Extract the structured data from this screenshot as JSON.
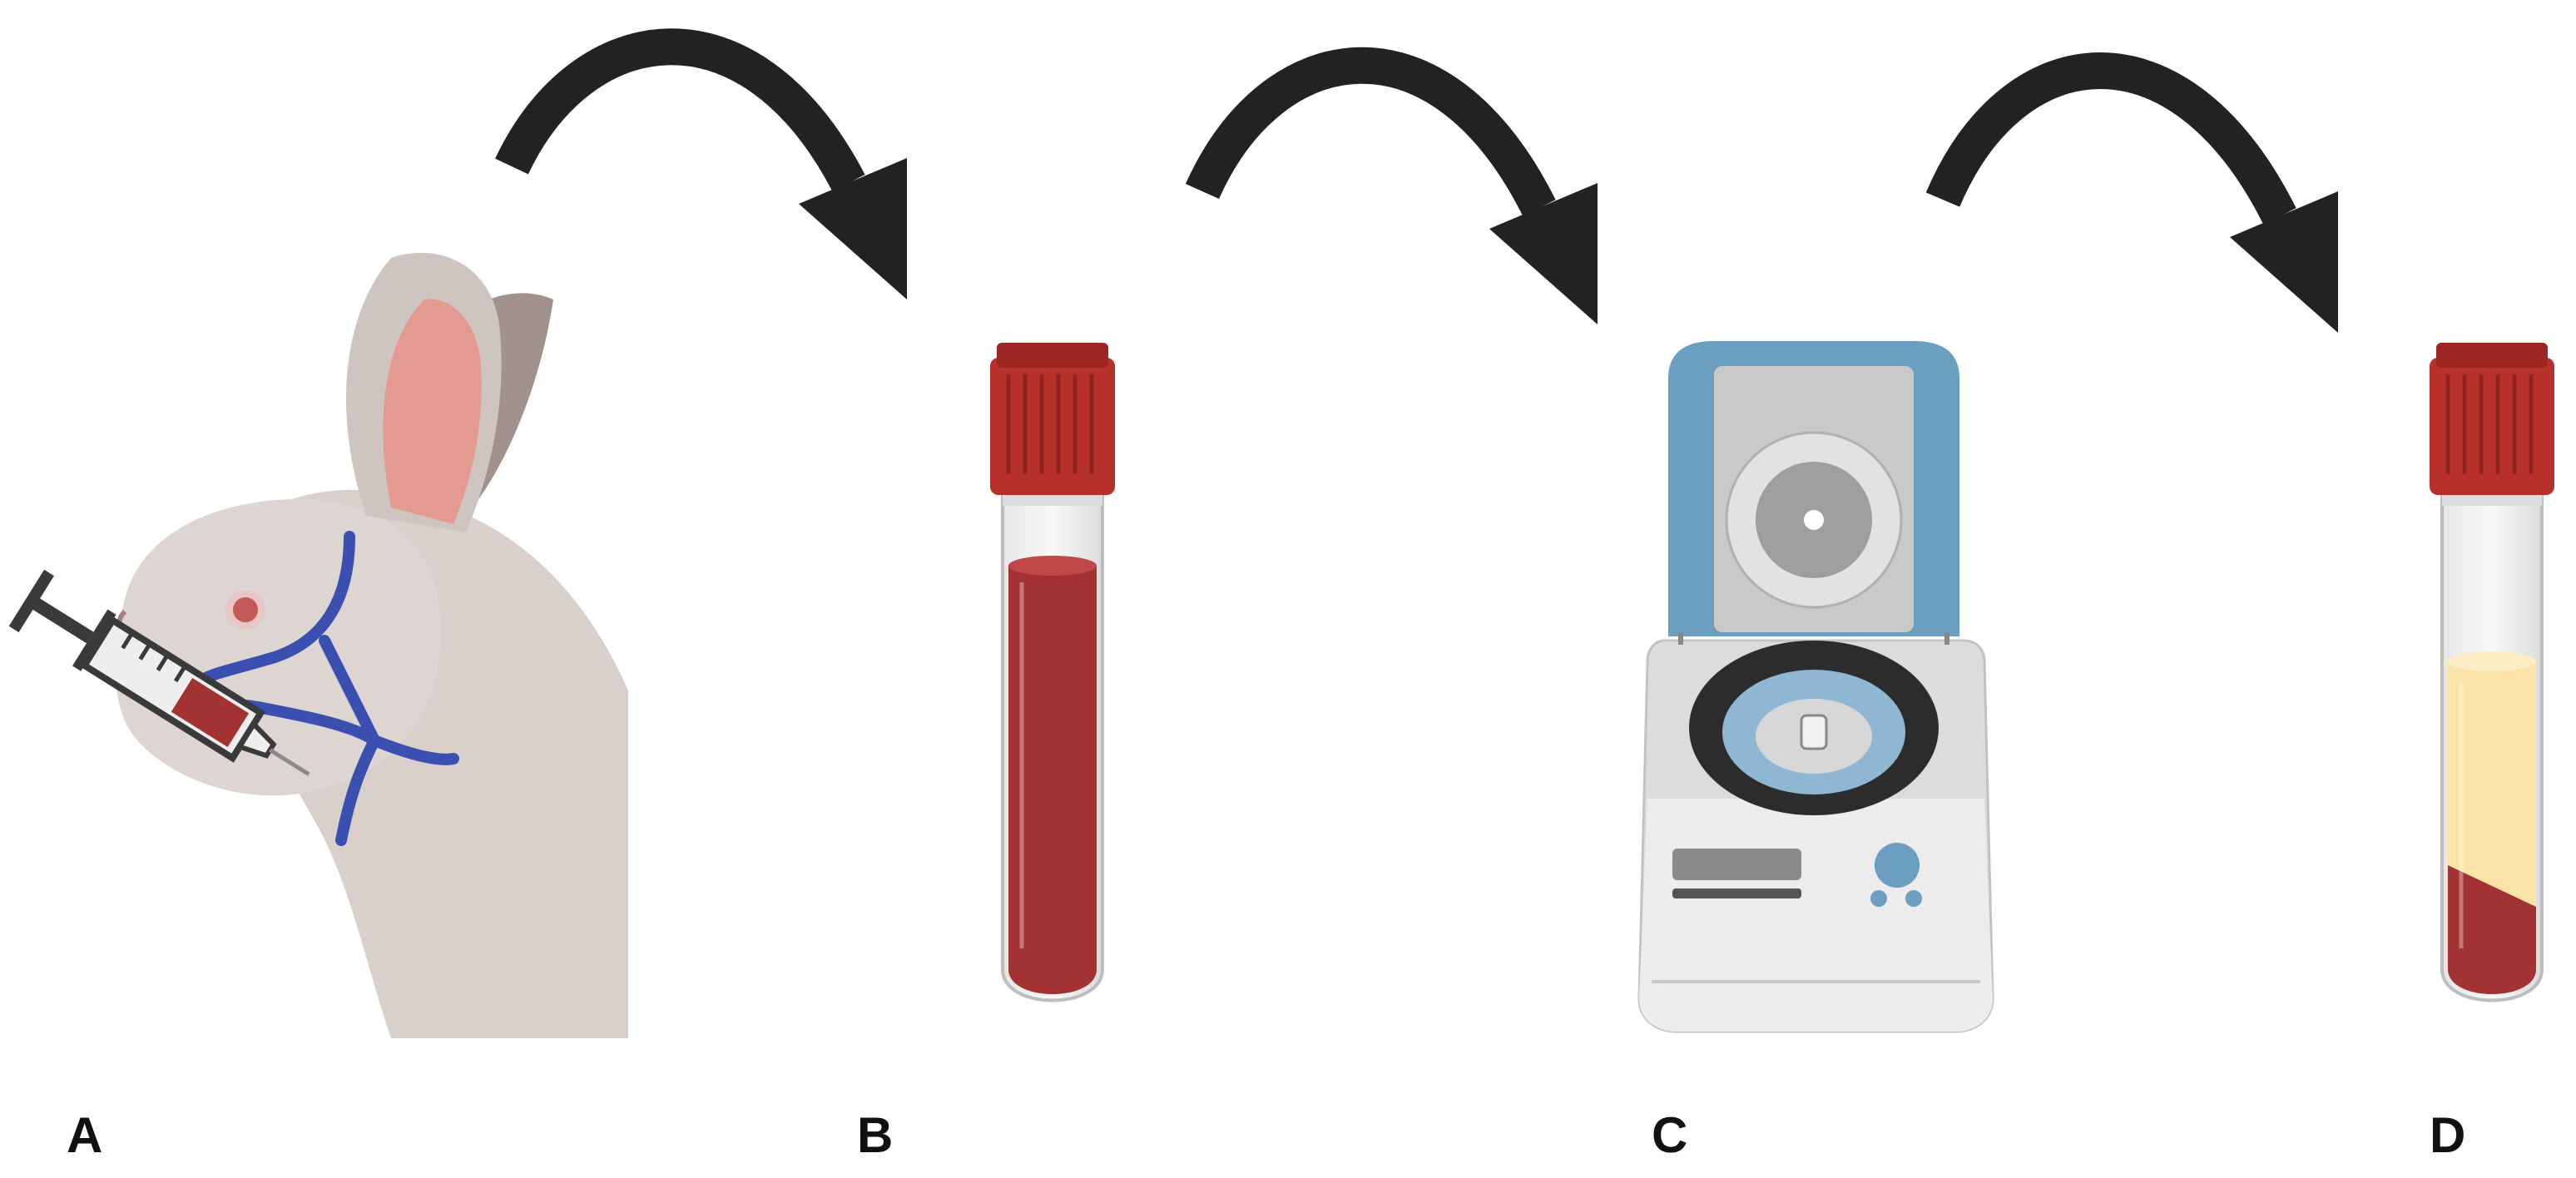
{
  "panels": [
    {
      "label": "A"
    },
    {
      "label": "B"
    },
    {
      "label": "C"
    },
    {
      "label": "D"
    }
  ],
  "icons": {
    "rabbit": "rabbit-icon",
    "syringe": "syringe-icon",
    "blood_tube": "blood-tube-icon",
    "centrifuge": "centrifuge-icon",
    "serum_tube": "serum-tube-icon",
    "arrow": "curved-arrow-icon"
  },
  "colors": {
    "arrow": "#222222",
    "blood": "#a33232",
    "cap": "#b8302c",
    "serum": "#fbe3a8",
    "vein": "#3b4fb0",
    "centrifuge_lid": "#6c9ec0",
    "rabbit_fur": "#d9d0cc"
  }
}
